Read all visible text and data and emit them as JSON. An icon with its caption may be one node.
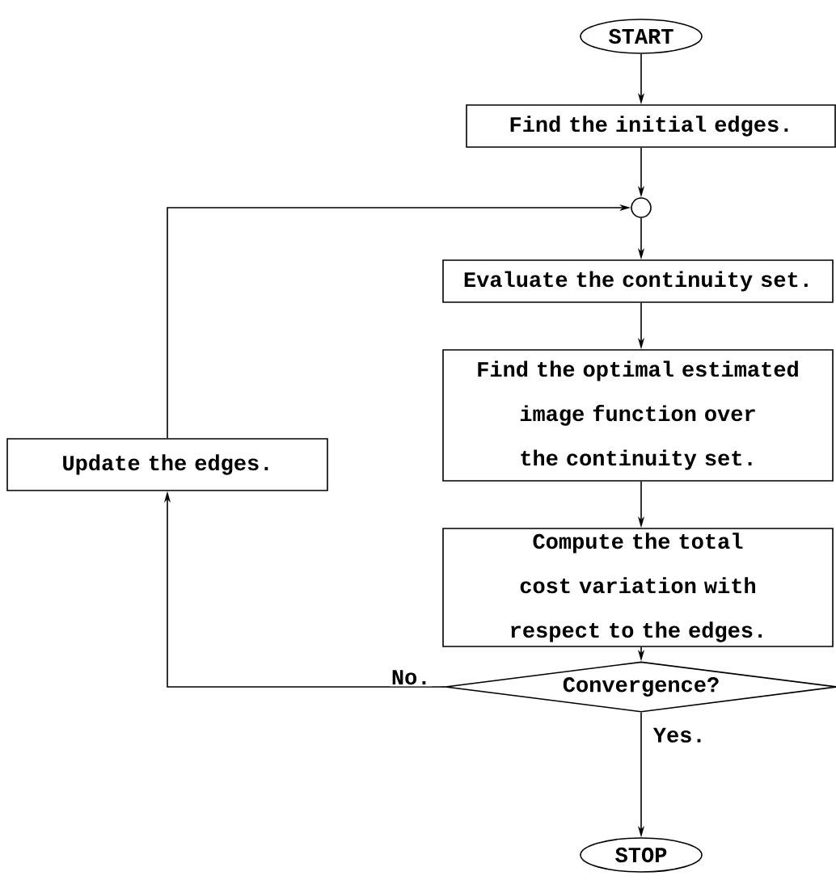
{
  "diagram": {
    "nodes": [
      {
        "text": [
          "START"
        ]
      },
      {
        "text": [
          "Find the initial edges."
        ]
      },
      {
        "text": [],
        "shape": "circle"
      },
      {
        "text": [
          "Evaluate the continuity set."
        ]
      },
      {
        "text": [
          "Find the optimal estimated image function over the continuity set."
        ]
      },
      {
        "text": [
          "Compute the total cost variation with respect to the edges."
        ]
      },
      {
        "text": [
          "Convergence?"
        ]
      },
      {
        "text": [
          "STOP"
        ]
      },
      {
        "text": [
          "Update the edges."
        ]
      }
    ],
    "edges": [
      {
        "from": 0,
        "to": 1,
        "arrow": "to"
      },
      {
        "from": 1,
        "to": 2,
        "arrow": "to"
      },
      {
        "from": 2,
        "to": 3,
        "arrow": "to"
      },
      {
        "from": 3,
        "to": 4,
        "arrow": "to"
      },
      {
        "from": 4,
        "to": 5,
        "arrow": "to"
      },
      {
        "from": 5,
        "to": 6,
        "arrow": "to"
      },
      {
        "from": 6,
        "to": 7,
        "arrow": "to",
        "label": "Yes."
      },
      {
        "from": 6,
        "to": 8,
        "arrow": "to",
        "label": "No."
      },
      {
        "from": 8,
        "to": 2,
        "arrow": "to"
      }
    ]
  }
}
